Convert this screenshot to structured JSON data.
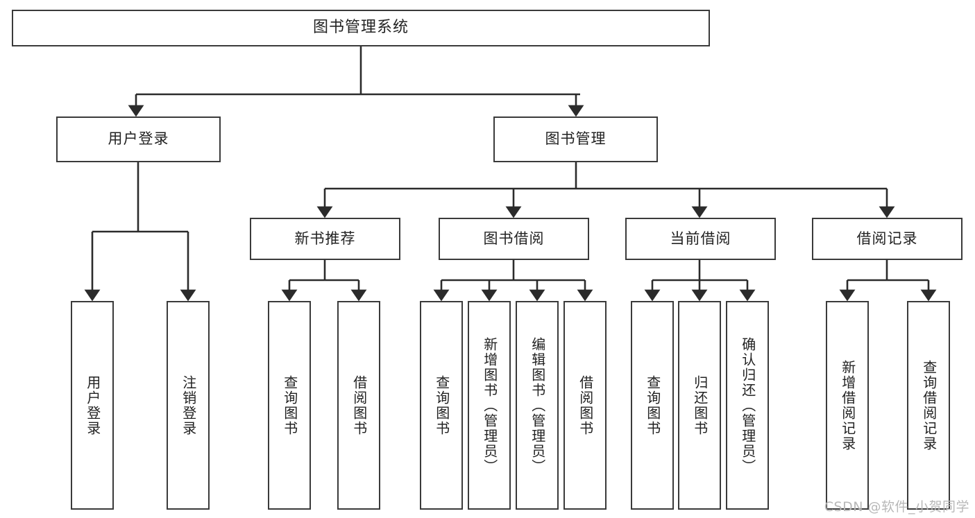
{
  "diagram": {
    "type": "tree",
    "title": "图书管理系统",
    "root": {
      "label": "图书管理系统"
    },
    "level2": [
      {
        "label": "用户登录"
      },
      {
        "label": "图书管理"
      }
    ],
    "level3": [
      {
        "label": "新书推荐"
      },
      {
        "label": "图书借阅"
      },
      {
        "label": "当前借阅"
      },
      {
        "label": "借阅记录"
      }
    ],
    "leaves": {
      "user_login": [
        {
          "label": "用户登录"
        },
        {
          "label": "注销登录"
        }
      ],
      "new_book": [
        {
          "label": "查询图书"
        },
        {
          "label": "借阅图书"
        }
      ],
      "book_borrow": [
        {
          "label": "查询图书"
        },
        {
          "label": "新增图书（管理员）"
        },
        {
          "label": "编辑图书（管理员）"
        },
        {
          "label": "借阅图书"
        }
      ],
      "current_borrow": [
        {
          "label": "查询图书"
        },
        {
          "label": "归还图书"
        },
        {
          "label": "确认归还（管理员）"
        }
      ],
      "borrow_record": [
        {
          "label": "新增借阅记录"
        },
        {
          "label": "查询借阅记录"
        }
      ]
    }
  },
  "watermark": {
    "text": "CSDN @软件_小贺同学"
  },
  "colors": {
    "box_border": "#3a3a3a",
    "box_fill": "#ffffff",
    "text": "#222222",
    "wire": "#2b2b2b",
    "watermark": "#b8b8b8"
  }
}
